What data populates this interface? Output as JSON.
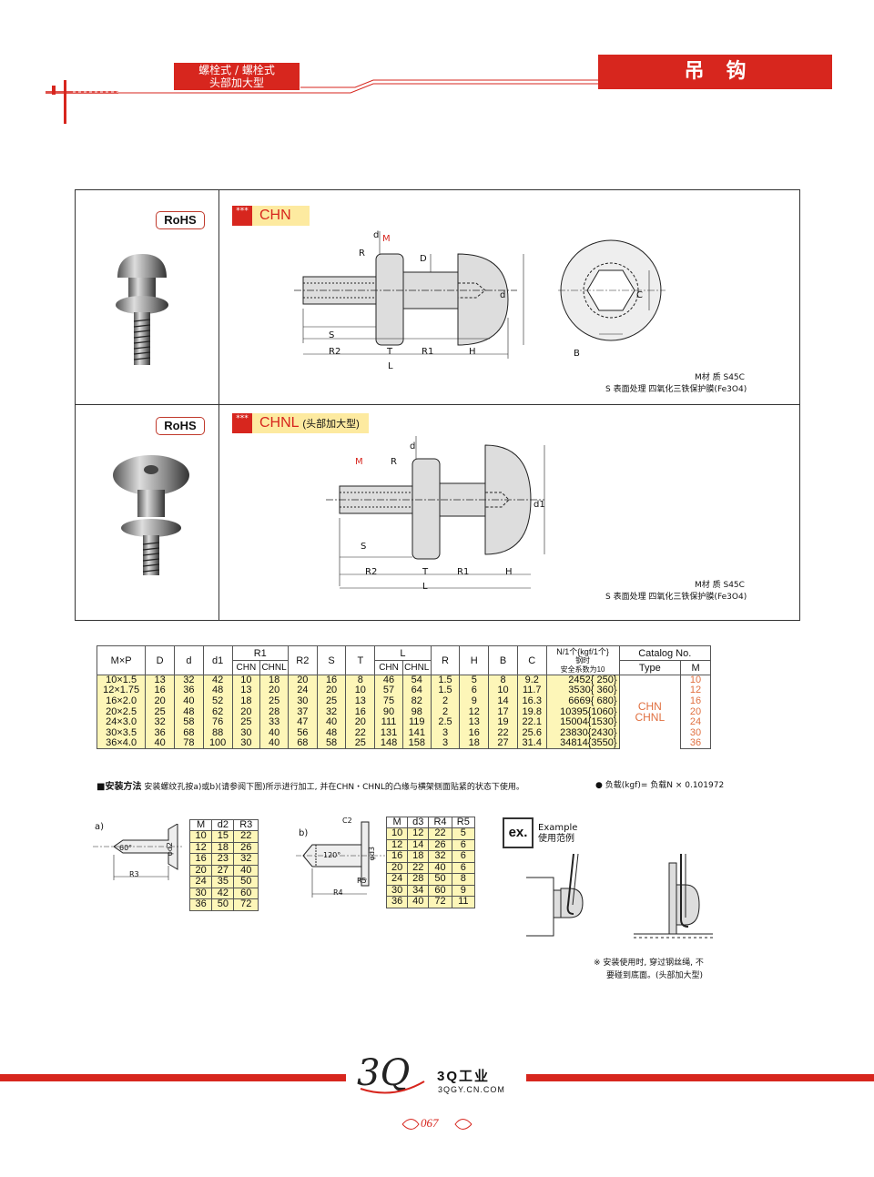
{
  "header": {
    "category_line1": "螺栓式 / 螺栓式",
    "category_line2": "头部加大型",
    "title": "吊钩"
  },
  "products": [
    {
      "rohs": "RoHS",
      "stars": "***",
      "name": "CHN",
      "subtitle": "",
      "material": "M材 质 S45C",
      "surface": "S 表面处理 四氧化三铁保护膜(Fe3O4)"
    },
    {
      "rohs": "RoHS",
      "stars": "***",
      "name": "CHNL",
      "subtitle": "(头部加大型)",
      "material": "M材 质 S45C",
      "surface": "S 表面处理 四氧化三铁保护膜(Fe3O4)"
    }
  ],
  "diagram_labels": {
    "M": "M",
    "R": "R",
    "d": "d",
    "D": "D",
    "S": "S",
    "R2": "R2",
    "T": "T",
    "R1": "R1",
    "H": "H",
    "L": "L",
    "C": "C",
    "B": "B",
    "d1": "d1"
  },
  "spec_table": {
    "headers": {
      "mp": "M×P",
      "D": "D",
      "d": "d",
      "d1": "d1",
      "R1": "R1",
      "R2": "R2",
      "S": "S",
      "T": "T",
      "L": "L",
      "R": "R",
      "H": "H",
      "B": "B",
      "C": "C",
      "load": "N/1个{kgf/1个}",
      "load_sub1": "钢时",
      "load_sub2": "安全系数为10",
      "catalog": "Catalog No.",
      "type": "Type",
      "m": "M",
      "chn": "CHN",
      "chnl": "CHNL"
    },
    "type_values": [
      "CHN",
      "CHNL"
    ],
    "rows": [
      [
        "10×1.5",
        "13",
        "32",
        "42",
        "10",
        "18",
        "20",
        "16",
        "8",
        "46",
        "54",
        "1.5",
        "5",
        "8",
        "9.2",
        "2452{ 250}",
        "10"
      ],
      [
        "12×1.75",
        "16",
        "36",
        "48",
        "13",
        "20",
        "24",
        "20",
        "10",
        "57",
        "64",
        "1.5",
        "6",
        "10",
        "11.7",
        "3530{ 360}",
        "12"
      ],
      [
        "16×2.0",
        "20",
        "40",
        "52",
        "18",
        "25",
        "30",
        "25",
        "13",
        "75",
        "82",
        "2",
        "9",
        "14",
        "16.3",
        "6669{ 680}",
        "16"
      ],
      [
        "20×2.5",
        "25",
        "48",
        "62",
        "20",
        "28",
        "37",
        "32",
        "16",
        "90",
        "98",
        "2",
        "12",
        "17",
        "19.8",
        "10395{1060}",
        "20"
      ],
      [
        "24×3.0",
        "32",
        "58",
        "76",
        "25",
        "33",
        "47",
        "40",
        "20",
        "111",
        "119",
        "2.5",
        "13",
        "19",
        "22.1",
        "15004{1530}",
        "24"
      ],
      [
        "30×3.5",
        "36",
        "68",
        "88",
        "30",
        "40",
        "56",
        "48",
        "22",
        "131",
        "141",
        "3",
        "16",
        "22",
        "25.6",
        "23830{2430}",
        "30"
      ],
      [
        "36×4.0",
        "40",
        "78",
        "100",
        "30",
        "40",
        "68",
        "58",
        "25",
        "148",
        "158",
        "3",
        "18",
        "27",
        "31.4",
        "34814{3550}",
        "36"
      ]
    ]
  },
  "install": {
    "title": "■安装方法",
    "text": "安装螺纹孔按a)或b)(请参阅下图)所示进行加工, 并在CHN・CHNL的凸缘与横架侧面贴紧的状态下使用。",
    "load_note": "● 负载(kgf)= 负载N × 0.101972",
    "a_label": "a)",
    "b_label": "b)",
    "a_angle": "60°",
    "b_angle": "120°",
    "a_labels": {
      "phi": "φd2",
      "r": "R3"
    },
    "b_labels": {
      "c2": "C2",
      "phi": "φd3",
      "r5": "R5",
      "r4": "R4"
    },
    "table_a": {
      "headers": [
        "M",
        "d2",
        "R3"
      ],
      "rows": [
        [
          "10",
          "15",
          "22"
        ],
        [
          "12",
          "18",
          "26"
        ],
        [
          "16",
          "23",
          "32"
        ],
        [
          "20",
          "27",
          "40"
        ],
        [
          "24",
          "35",
          "50"
        ],
        [
          "30",
          "42",
          "60"
        ],
        [
          "36",
          "50",
          "72"
        ]
      ]
    },
    "table_b": {
      "headers": [
        "M",
        "d3",
        "R4",
        "R5"
      ],
      "rows": [
        [
          "10",
          "12",
          "22",
          "5"
        ],
        [
          "12",
          "14",
          "26",
          "6"
        ],
        [
          "16",
          "18",
          "32",
          "6"
        ],
        [
          "20",
          "22",
          "40",
          "6"
        ],
        [
          "24",
          "28",
          "50",
          "8"
        ],
        [
          "30",
          "34",
          "60",
          "9"
        ],
        [
          "36",
          "40",
          "72",
          "11"
        ]
      ]
    }
  },
  "example": {
    "badge": "ex.",
    "label_en": "Example",
    "label_cn": "使用范例",
    "note_line1": "※ 安装使用时, 穿过钢丝绳, 不",
    "note_line2": "要碰到底面。(头部加大型)"
  },
  "footer": {
    "brand": "3Q工业",
    "site": "3QGY.CN.COM",
    "page": "067"
  },
  "colors": {
    "accent": "#d7261e",
    "highlight": "#fdf6b8",
    "tag_bg": "#fdeaa0",
    "catalog_text": "#e07040"
  }
}
